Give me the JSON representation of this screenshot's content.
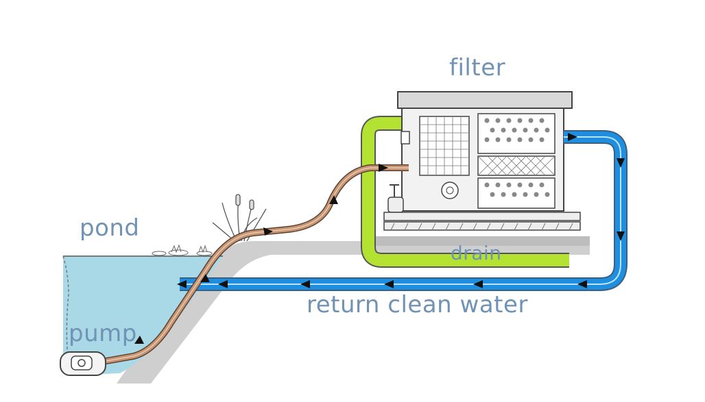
{
  "labels": {
    "filter": "filter",
    "pond": "pond",
    "pump": "pump",
    "drain": "drain",
    "return": "return clean water"
  },
  "colors": {
    "label": "#7092b5",
    "water": "#a9d8e6",
    "ground": "#cfcfcf",
    "dirty_pipe": "#b58a6a",
    "return_pipe": "#1e8fe0",
    "drain_pipe": "#b3e233",
    "filter_body": "#f2f2f2",
    "outline": "#444444"
  },
  "icons": [
    "pump-icon",
    "plant-icon",
    "flow-arrow-icon"
  ]
}
